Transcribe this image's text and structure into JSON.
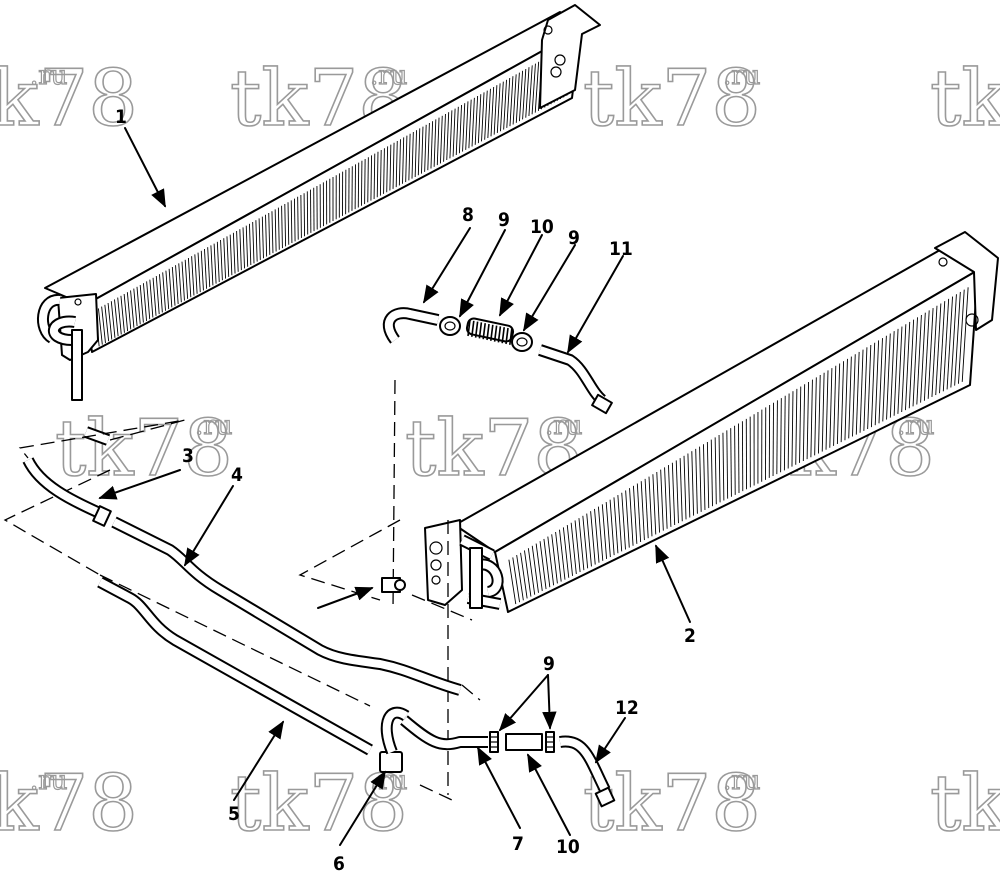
{
  "watermark": {
    "main": "tk78",
    "suffix": ".ru"
  },
  "callouts": {
    "c1": "1",
    "c2": "2",
    "c3": "3",
    "c4": "4",
    "c5": "5",
    "c6": "6",
    "c7": "7",
    "c8": "8",
    "c9a": "9",
    "c9b": "9",
    "c9c": "9",
    "c10a": "10",
    "c10b": "10",
    "c11": "11",
    "c12": "12"
  }
}
